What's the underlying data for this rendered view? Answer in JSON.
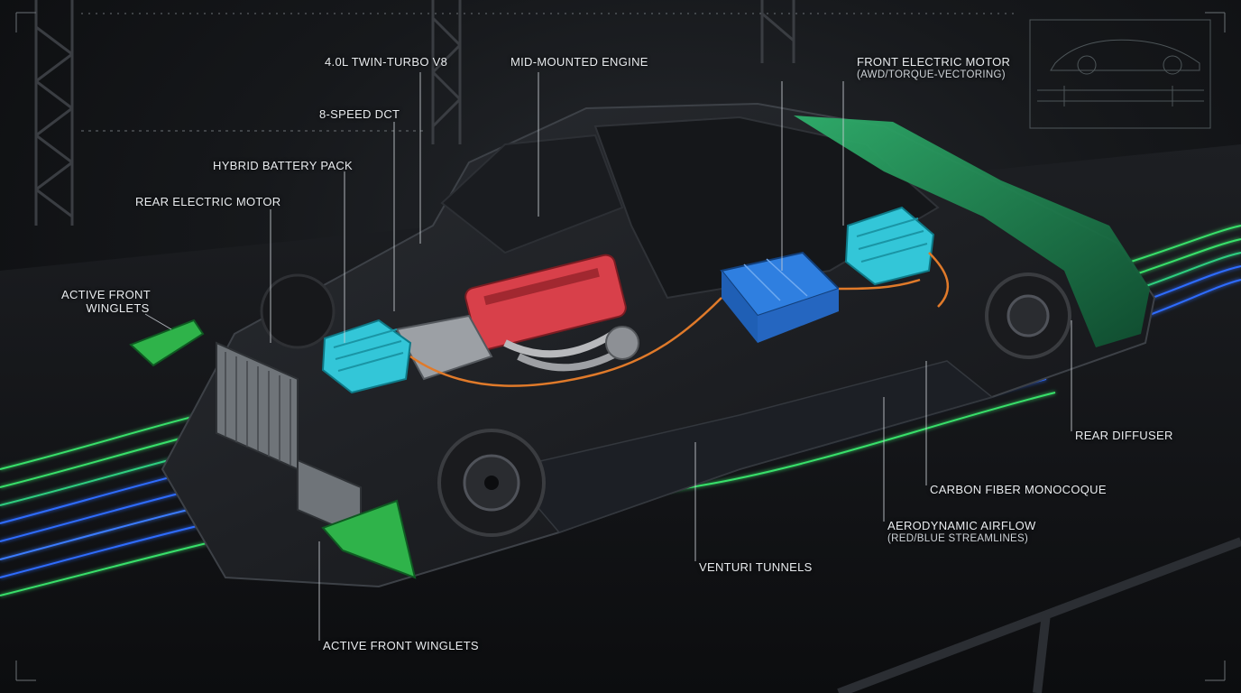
{
  "labels": {
    "twin_turbo": "4.0L TWIN-TURBO V8",
    "mid_engine": "MID-MOUNTED ENGINE",
    "front_motor": "FRONT ELECTRIC MOTOR",
    "front_motor_sub": "(AWD/TORQUE-VECTORING)",
    "dct": "8-SPEED DCT",
    "battery": "HYBRID BATTERY PACK",
    "rear_motor": "REAR ELECTRIC MOTOR",
    "winglets_left_1": "ACTIVE FRONT",
    "winglets_left_2": "WINGLETS",
    "rear_diffuser": "REAR DIFFUSER",
    "monocoque": "CARBON FIBER MONOCOQUE",
    "airflow": "AERODYNAMIC AIRFLOW",
    "airflow_sub": "(RED/BLUE STREAMLINES)",
    "venturi": "VENTURI TUNNELS",
    "winglets_bottom": "ACTIVE FRONT WINGLETS"
  },
  "colors": {
    "background": "#16181b",
    "carbon": "#1c1e22",
    "green_body": "#1f8a52",
    "engine_red": "#d8404a",
    "motor_cyan": "#33c6d8",
    "battery_blue": "#2f7fe0",
    "stream_green": "#39e06a",
    "stream_blue": "#2f6cff",
    "stream_red": "#ff2b3a",
    "leader_line": "#c9ced3"
  }
}
